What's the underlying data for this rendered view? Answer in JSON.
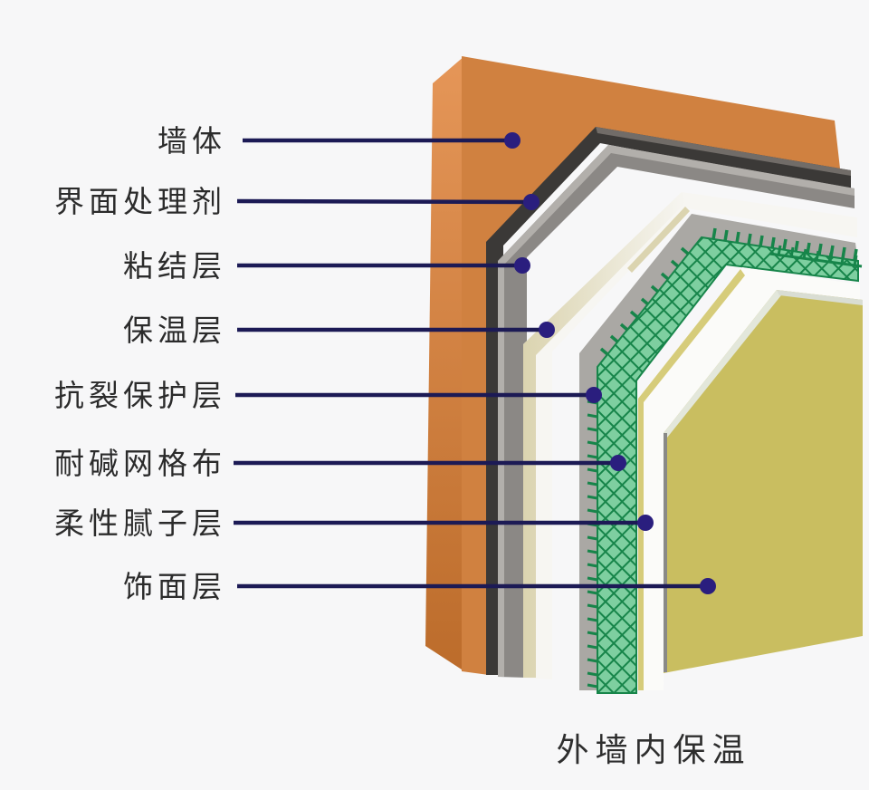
{
  "diagram": {
    "caption": "外墙内保温",
    "background_color": "#f7f7f8",
    "leader_line_color": "#1c1a55",
    "leader_dot_color": "#2a1e7e",
    "label_text_color": "#2b2b2b",
    "layers": [
      {
        "label": "墙体",
        "front_color": "#d08140",
        "side_top_color": "#e59658",
        "side_bottom_color": "#bc6c2b"
      },
      {
        "label": "界面处理剂",
        "front_color": "#3b3937",
        "edge_color": "#716c68"
      },
      {
        "label": "粘结层",
        "front_color": "#8b8885",
        "edge_color": "#b2afab"
      },
      {
        "label": "保温层",
        "front_color": "#f7f6f2",
        "edge_color": "#dbd4b0"
      },
      {
        "label": "抗裂保护层",
        "front_color": "#aaa8a4"
      },
      {
        "label": "耐碱网格布",
        "front_color": "#7ecfa0",
        "grid_color": "#17854a"
      },
      {
        "label": "柔性腻子层",
        "front_color": "#fbfbf9",
        "edge_color": "#d6cc7a"
      },
      {
        "label": "饰面层",
        "front_color": "#c9be60",
        "chamfer_edge_color": "#e3e7db",
        "top_edge_color": "#d9ddd3",
        "side_color": "#898987"
      }
    ]
  }
}
